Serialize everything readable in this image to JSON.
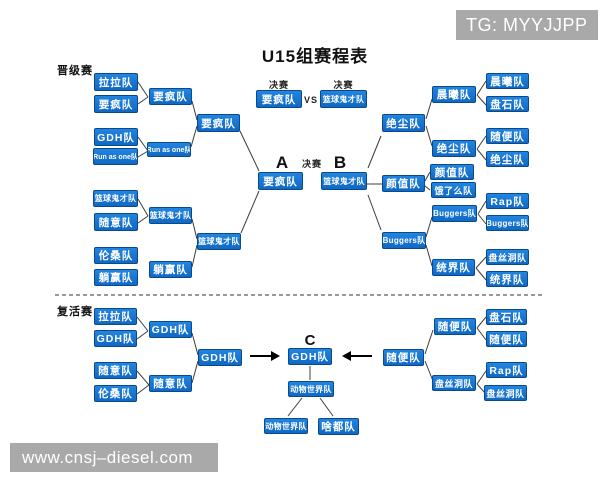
{
  "title": "U15组赛程表",
  "watermarks": {
    "top_right": "TG: MYYJJPP",
    "bottom_left": "www.cnsj–diesel.com"
  },
  "labels": {
    "promotion": "晋级赛",
    "revival": "复活赛",
    "final_left": "决赛",
    "final_right": "决赛",
    "final_small": "决赛",
    "vs": "VS",
    "slot_a": "A",
    "slot_b": "B",
    "slot_c": "C"
  },
  "grand_final": {
    "team_a": "要疯队",
    "team_b": "篮球鬼才队"
  },
  "slots": {
    "a": "要疯队",
    "b": "篮球鬼才队",
    "c": "GDH队"
  },
  "promotion_left": {
    "round1": [
      "拉拉队",
      "要疯队",
      "GDH队",
      "Run as one队",
      "篮球鬼才队",
      "随意队",
      "伦桑队",
      "躺赢队"
    ],
    "round2": [
      "要疯队",
      "Run as one队",
      "篮球鬼才队",
      "躺赢队"
    ],
    "round3": [
      "要疯队",
      "篮球鬼才队"
    ]
  },
  "promotion_right": {
    "round1": [
      "晨曦队",
      "盘石队",
      "随便队",
      "绝尘队",
      "Rap队",
      "Buggers队",
      "盘丝洞队",
      "统界队"
    ],
    "round2": [
      "晨曦队",
      "绝尘队",
      "颜值队",
      "饿了么队",
      "Buggers队",
      "统界队"
    ],
    "round3": [
      "绝尘队",
      "颜值队",
      "Buggers队"
    ]
  },
  "revival_left": {
    "round1": [
      "拉拉队",
      "GDH队",
      "随意队",
      "伦桑队"
    ],
    "round2": [
      "GDH队",
      "随意队"
    ],
    "winner": "GDH队"
  },
  "revival_right": {
    "round1": [
      "盘石队",
      "随便队",
      "Rap队",
      "盘丝洞队"
    ],
    "round2": [
      "随便队",
      "盘丝洞队"
    ],
    "winner": "随便队"
  },
  "revival_center": {
    "semi_winner": "动物世界队",
    "pair": [
      "动物世界队",
      "啥都队"
    ]
  },
  "colors": {
    "box_blue": "#1677d2",
    "box_border": "#0b4a8a",
    "watermark_gray": "#a9a9a9",
    "line_dark": "#3c3c3c"
  }
}
